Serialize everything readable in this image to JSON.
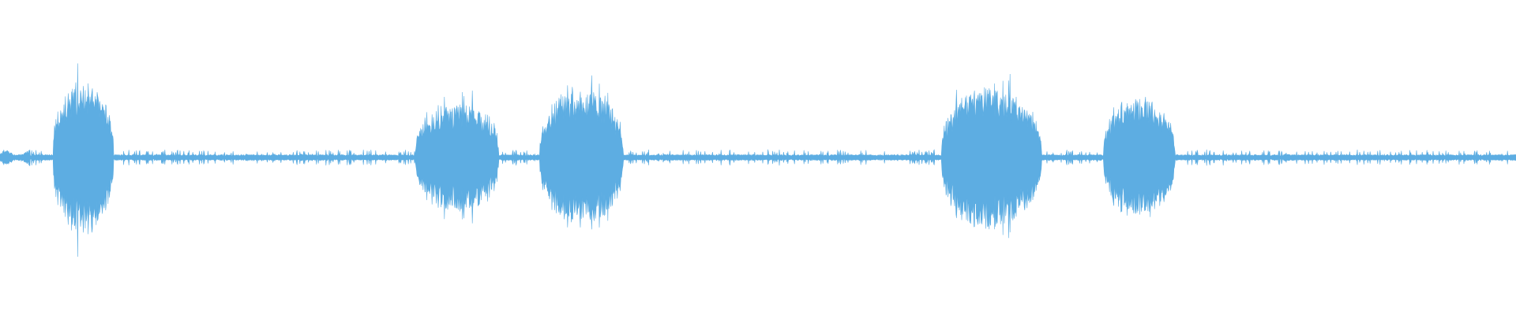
{
  "waveform": {
    "color": "#5dade2",
    "background": "#ffffff",
    "bursts": [
      {
        "start": 0.035,
        "end": 0.075,
        "peak": 0.52
      },
      {
        "start": 0.274,
        "end": 0.329,
        "peak": 0.37
      },
      {
        "start": 0.356,
        "end": 0.411,
        "peak": 0.47
      },
      {
        "start": 0.621,
        "end": 0.687,
        "peak": 0.49
      },
      {
        "start": 0.728,
        "end": 0.775,
        "peak": 0.4
      }
    ],
    "noise_floor": 0.02,
    "lead_in_level": 0.05
  }
}
